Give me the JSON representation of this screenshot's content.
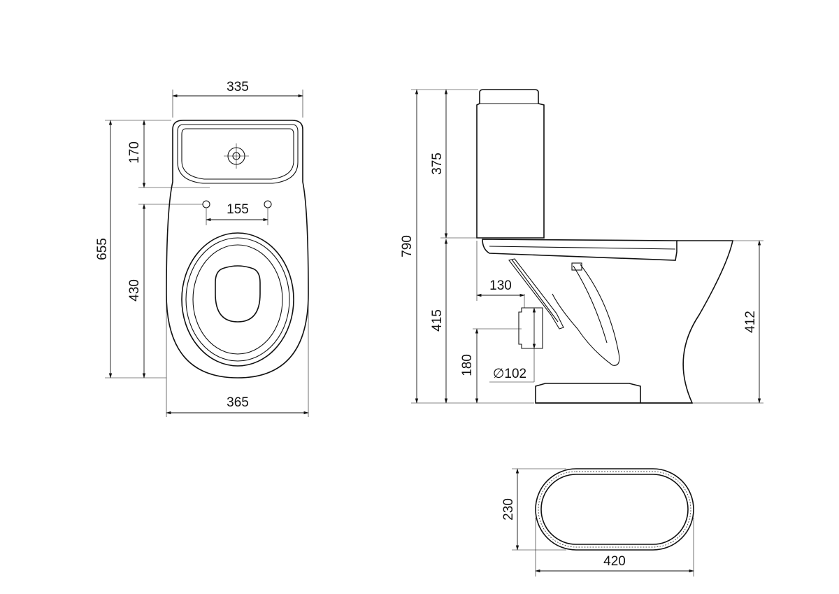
{
  "top_view": {
    "tank_depth": "170",
    "total_length": "655",
    "bowl_length": "430",
    "top_width": "335",
    "bolt_spacing": "155",
    "base_width": "365"
  },
  "side_view": {
    "total_height": "790",
    "tank_height": "375",
    "seat_height": "415",
    "outlet_offset": "130",
    "outlet_height": "180",
    "outlet_diameter": "∅102",
    "bowl_height": "412"
  },
  "base_view": {
    "depth": "230",
    "width": "420"
  }
}
